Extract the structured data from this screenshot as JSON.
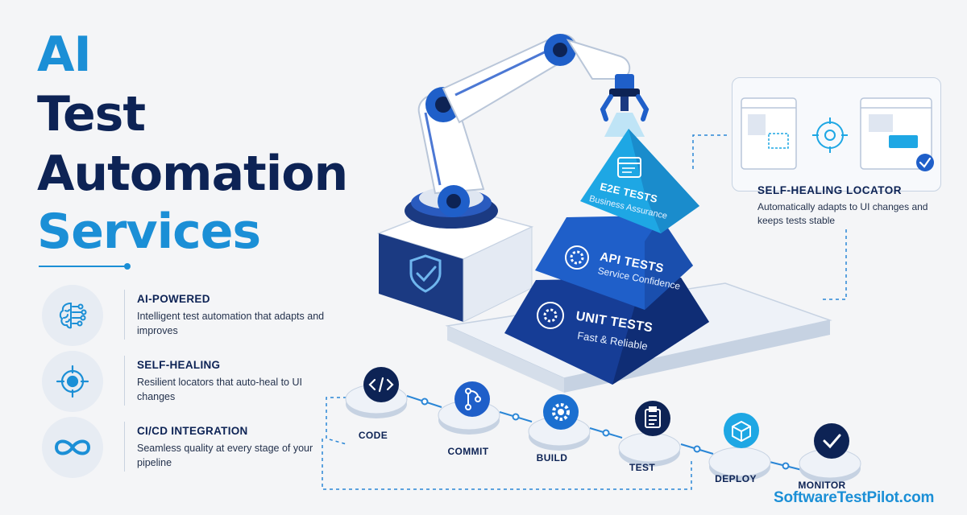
{
  "title": {
    "line1": "AI",
    "line2": "Test",
    "line3": "Automation",
    "line4": "Services"
  },
  "features": [
    {
      "icon": "brain-icon",
      "title": "AI-POWERED",
      "description": "Intelligent test automation that adapts and improves"
    },
    {
      "icon": "crosshair-icon",
      "title": "SELF-HEALING",
      "description": "Resilient locators that auto-heal to UI changes"
    },
    {
      "icon": "infinity-icon",
      "title": "CI/CD INTEGRATION",
      "description": "Seamless quality at every stage of your pipeline"
    }
  ],
  "self_healing_locator": {
    "title": "SELF-HEALING LOCATOR",
    "description": "Automatically adapts to UI changes and keeps tests stable"
  },
  "pyramid": [
    {
      "title": "E2E TESTS",
      "subtitle": "Business Assurance",
      "icon": "browser-window-icon",
      "color": "#1ea7e4"
    },
    {
      "title": "API TESTS",
      "subtitle": "Service Confidence",
      "icon": "gear-icon",
      "color": "#1f5fc9"
    },
    {
      "title": "UNIT TESTS",
      "subtitle": "Fast & Reliable",
      "icon": "gear-icon",
      "color": "#163d96"
    }
  ],
  "pipeline": [
    {
      "label": "CODE",
      "icon": "code-icon"
    },
    {
      "label": "COMMIT",
      "icon": "git-branch-icon"
    },
    {
      "label": "BUILD",
      "icon": "gear-icon"
    },
    {
      "label": "TEST",
      "icon": "clipboard-icon"
    },
    {
      "label": "DEPLOY",
      "icon": "cube-icon"
    },
    {
      "label": "MONITOR",
      "icon": "check-circle-icon"
    }
  ],
  "brand": "SoftwareTestPilot.com",
  "colors": {
    "accent": "#1b8fd6",
    "navy": "#0d2355",
    "cyan": "#1ea7e4",
    "royal": "#1f5fc9",
    "deep": "#163d96"
  }
}
